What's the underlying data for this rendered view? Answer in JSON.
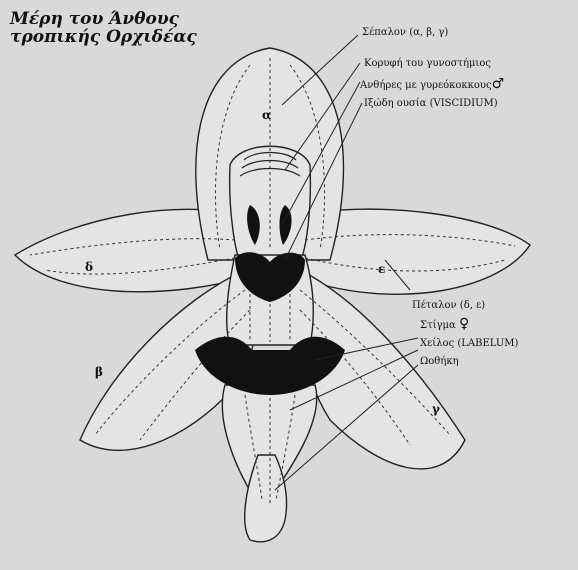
{
  "title": {
    "line1": "Μέρη του Άνθους",
    "line2": "τροπικής Ορχιδέας"
  },
  "labels": {
    "sepal": "Σέπαλον (α, β, γ)",
    "column_apex": "Κορυφή του γυνοστήμιος",
    "anthers": "Ανθήρες με γυρεόκοκκους",
    "viscidium": "Ιξώδη ουσία (VISCIDIUM)",
    "petal": "Πέταλον (δ, ε)",
    "stigma": "Στίγμα",
    "labellum": "Χείλος (LABELUM)",
    "ovary": "Ωοθήκη"
  },
  "symbols": {
    "male": "♂",
    "female": "♀"
  },
  "part_letters": {
    "a": "α",
    "b": "β",
    "g": "γ",
    "d": "δ",
    "e": "ε"
  },
  "colors": {
    "background": "#d9d9d9",
    "line": "#222222",
    "fill_dark": "#111111"
  }
}
